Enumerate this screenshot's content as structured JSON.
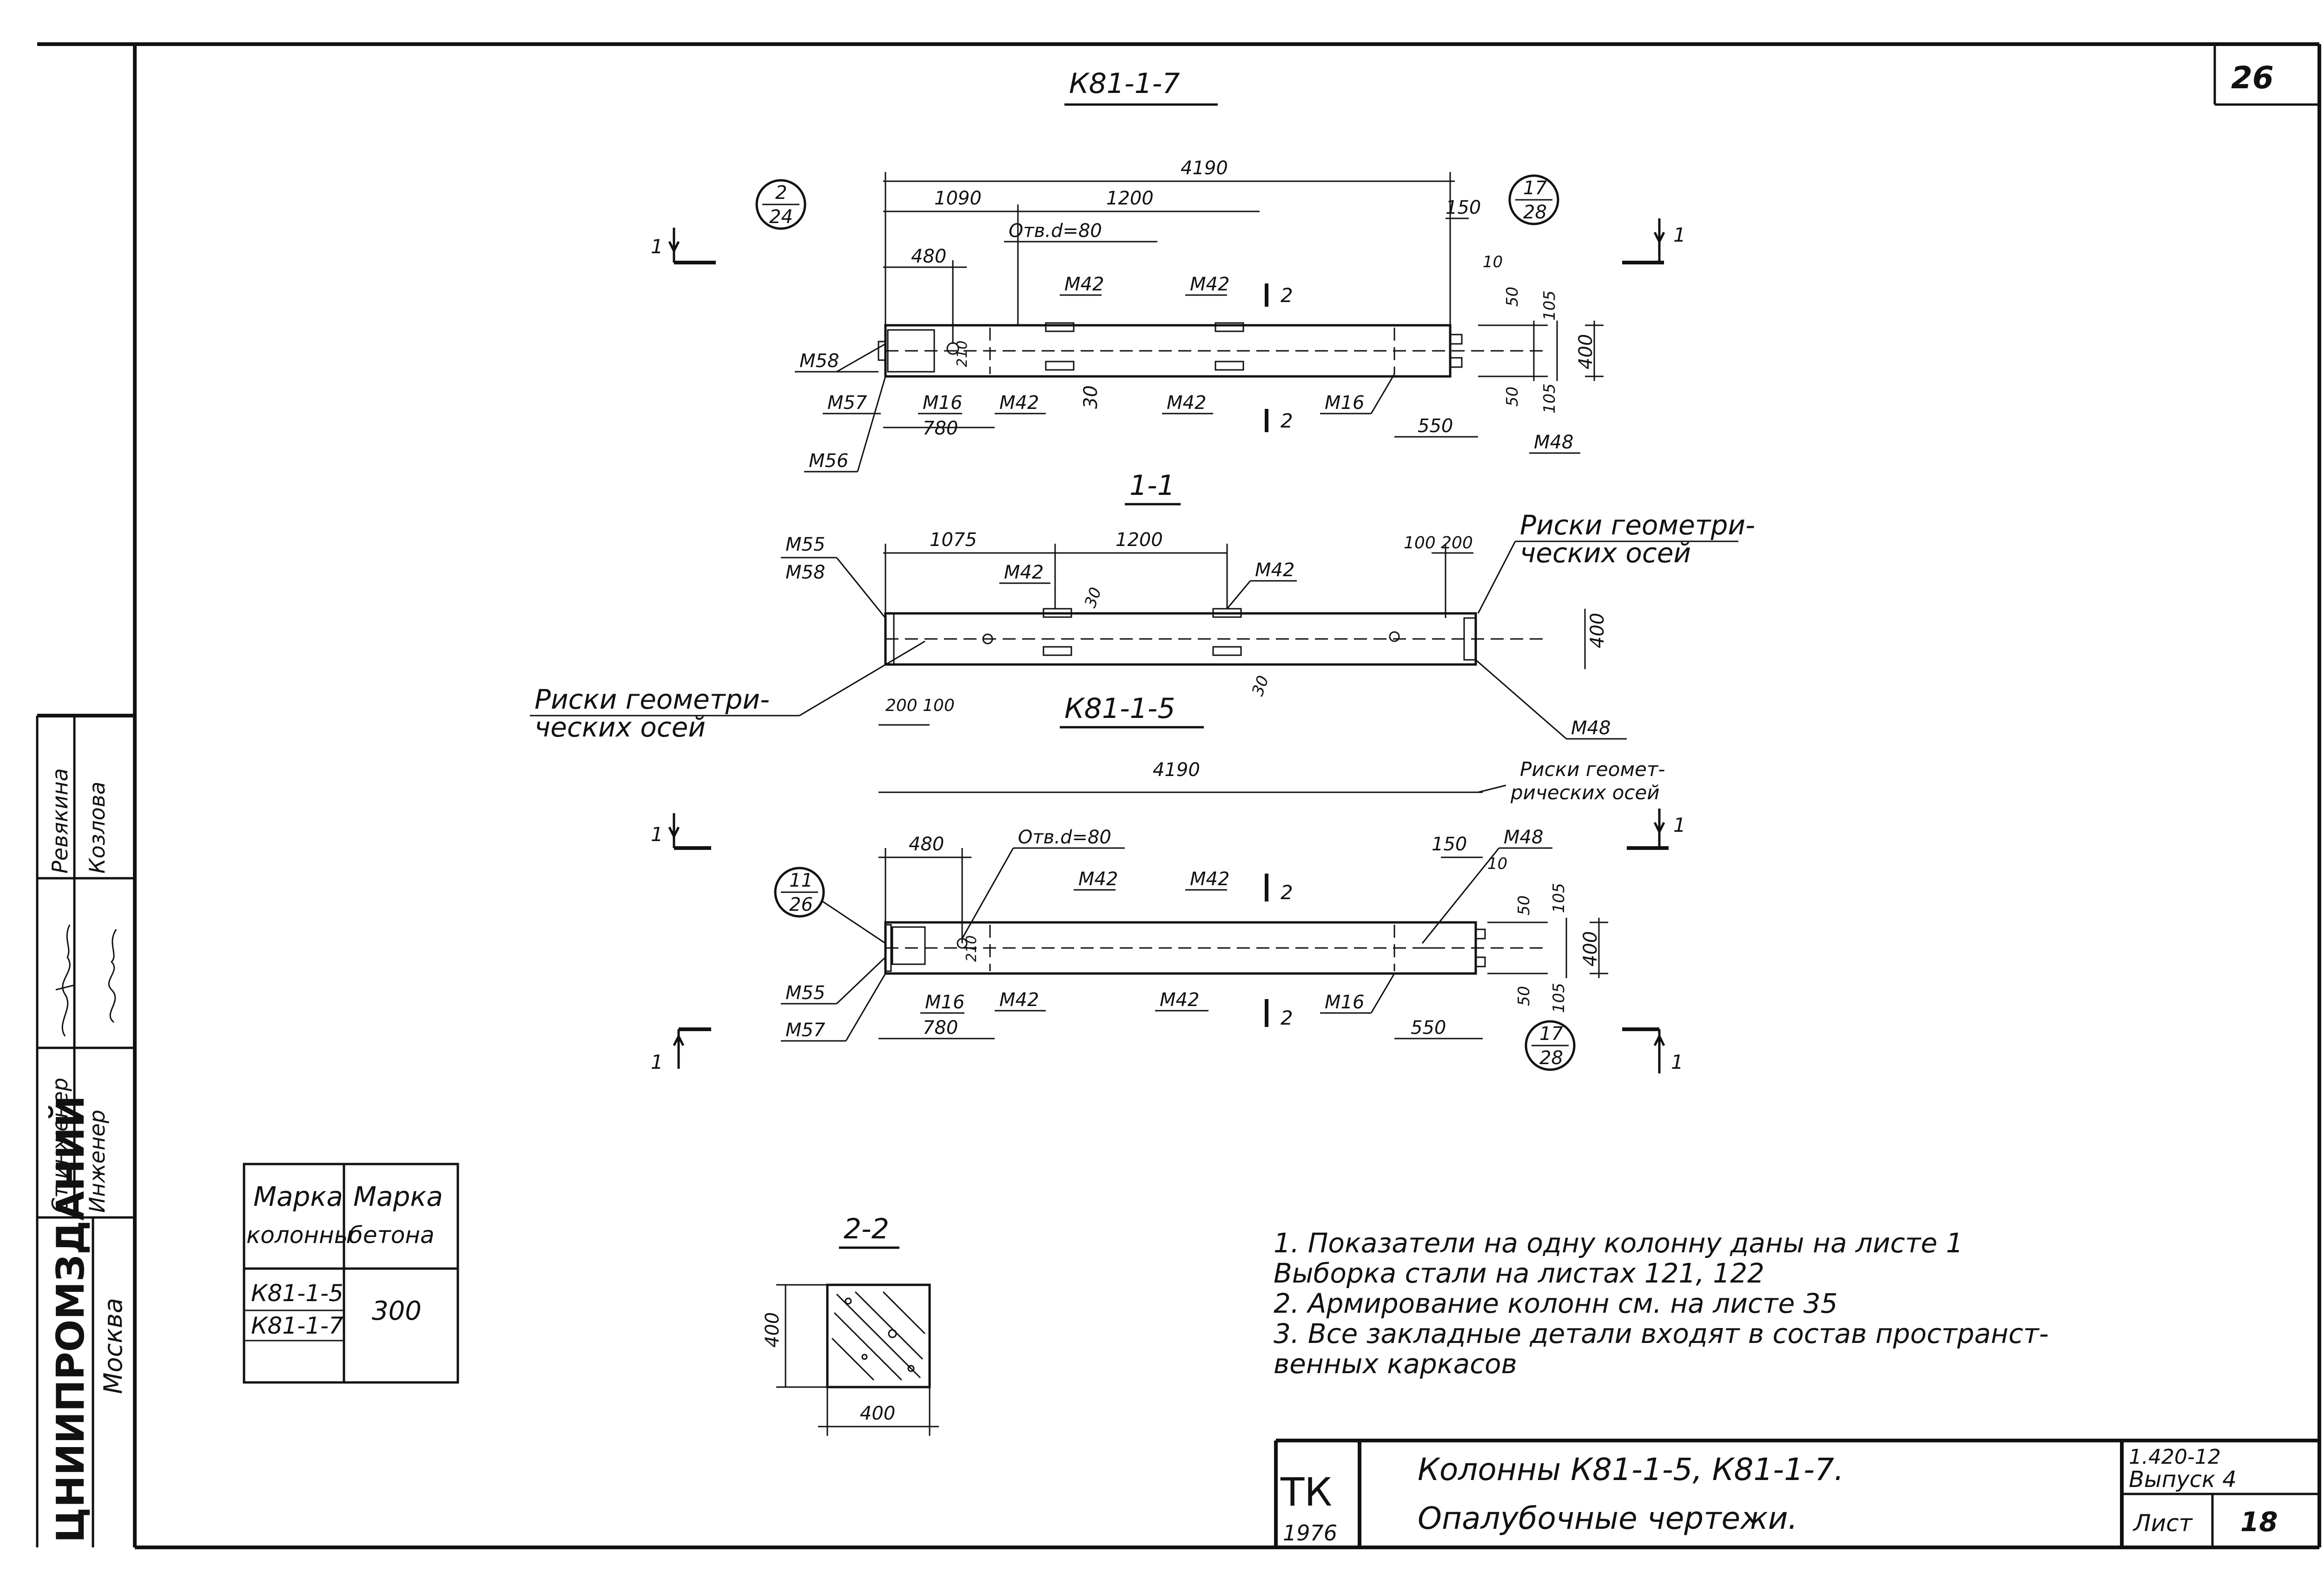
{
  "sheet": {
    "corner_number": "26",
    "title_top": "К81-1-7",
    "title_mid": "К81-1-5",
    "section_1_1": "1-1",
    "section_2_2": "2-2"
  },
  "view_top": {
    "overall": "4190",
    "d1090": "1090",
    "d1200": "1200",
    "d150": "150",
    "d480": "480",
    "hole": "Отв.d=80",
    "callout_left": {
      "num": "2",
      "den": "24"
    },
    "callout_right": {
      "num": "17",
      "den": "28"
    },
    "m42_a": "М42",
    "m42_b": "М42",
    "m42_c": "М42",
    "m42_d": "М42",
    "m58": "М58",
    "m57": "М57",
    "m56": "М56",
    "m16_a": "М16",
    "m16_b": "М16",
    "d780": "780",
    "d550": "550",
    "m48": "М48",
    "d10": "10",
    "d50a": "50",
    "d105a": "105",
    "d400": "400",
    "d50b": "50",
    "d105b": "105",
    "d30": "30",
    "d210": "210",
    "cut1": "1",
    "cut2": "2"
  },
  "view_section": {
    "m55": "М55",
    "m58": "М58",
    "d1075": "1075",
    "d1200": "1200",
    "m42_a": "М42",
    "m42_b": "М42",
    "d100_200": "100 200",
    "axis_note_line1": "Риски геометри-",
    "axis_note_line2": "ческих осей",
    "left_note_line1": "Риски геометри-",
    "left_note_line2": "ческих осей",
    "d200_100": "200 100",
    "d400": "400",
    "d30a": "30",
    "d30b": "30",
    "m48": "М48"
  },
  "view_bottom": {
    "overall": "4190",
    "axis_note_line1": "Риски геомет-",
    "axis_note_line2": "рических осей",
    "d480": "480",
    "hole": "Отв.d=80",
    "d150": "150",
    "m48": "М48",
    "callout_left": {
      "num": "11",
      "den": "26"
    },
    "callout_right": {
      "num": "17",
      "den": "28"
    },
    "m42_a": "М42",
    "m42_b": "М42",
    "m42_c": "М42",
    "m42_d": "М42",
    "m55": "М55",
    "m57": "М57",
    "m16_a": "М16",
    "m16_b": "М16",
    "d780": "780",
    "d550": "550",
    "d10": "10",
    "d50a": "50",
    "d105a": "105",
    "d400": "400",
    "d50b": "50",
    "d105b": "105",
    "d210": "210"
  },
  "section_2_2": {
    "height": "400",
    "width": "400"
  },
  "mark_table": {
    "col1_header": [
      "Марка",
      "колонны"
    ],
    "col2_header": [
      "Марка",
      "бетона"
    ],
    "rows": [
      "К81-1-5",
      "К81-1-7"
    ],
    "concrete": "300"
  },
  "notes": [
    "1.  Показатели на одну колонну даны на листе 1",
    "     Выборка стали на листах 121, 122",
    "2.  Армирование колонн см. на листе 35",
    "3.  Все закладные детали входят в состав пространст-",
    "     венных каркасов"
  ],
  "left_stamp": {
    "org": "ЦНИИПРОМЗДАНИЙ",
    "city": "Москва",
    "role1": "Ст.инженер",
    "role2": "Инженер",
    "name1": "Ревякина",
    "name2": "Козлова"
  },
  "title_block": {
    "logo": "ТК",
    "year": "1976",
    "line1": "Колонны К81-1-5, К81-1-7.",
    "line2": "Опалубочные чертежи.",
    "series": "1.420-12",
    "issue": "Выпуск 4",
    "sheet_label": "Лист",
    "sheet_number": "18"
  }
}
